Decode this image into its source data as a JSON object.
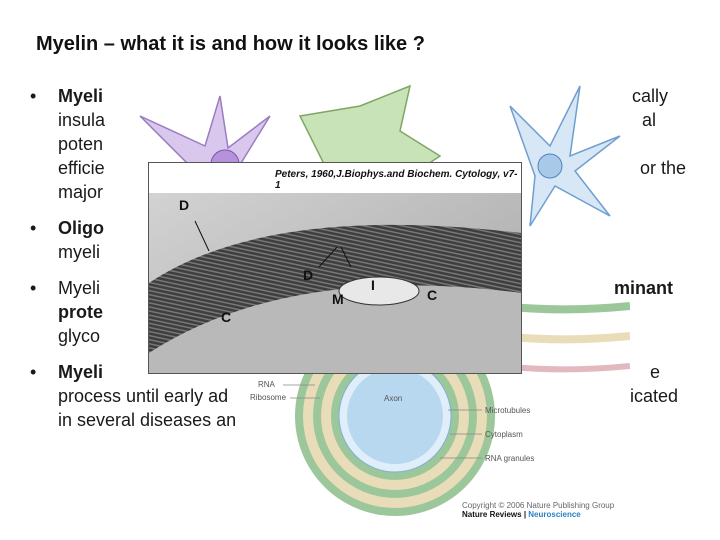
{
  "slide": {
    "title": "Myelin – what it is and how it looks like ?"
  },
  "bullets": [
    {
      "lines": [
        {
          "start": "Myeli",
          "end": "cally"
        },
        {
          "start": "insula",
          "end": "al"
        },
        {
          "start": "poten",
          "end": ""
        },
        {
          "start": "efficie",
          "end": "or the"
        },
        {
          "start": "major",
          "end": ""
        }
      ]
    },
    {
      "lines": [
        {
          "start": "Oligo",
          "end": ""
        },
        {
          "start": "myeli",
          "end": ""
        }
      ]
    },
    {
      "lines": [
        {
          "start": "Myeli",
          "end": "minant"
        },
        {
          "start": "prote",
          "end": ""
        },
        {
          "start": "glyco",
          "end": ""
        }
      ]
    },
    {
      "lines": [
        {
          "start": "Myeli",
          "end": "e"
        },
        {
          "start": "process until early ad",
          "end": "icated"
        },
        {
          "start": "in several diseases an",
          "end": ""
        }
      ]
    }
  ],
  "micrograph": {
    "citation": "Peters, 1960,J.Biophys.and Biochem. Cytology, v7-1",
    "labels": [
      "D",
      "D",
      "M",
      "I",
      "C",
      "C"
    ]
  },
  "illustration": {
    "labels": [
      "RNA",
      "Ribosome",
      "Axon",
      "Microtubules",
      "Cytoplasm",
      "RNA granules"
    ]
  },
  "credit": {
    "copyright": "Copyright © 2006 Nature Publishing Group",
    "journal": "Nature Reviews",
    "section": "Neuroscience"
  },
  "colors": {
    "cell_green": "#c9e3b8",
    "oligo_purple": "#c7a9e2",
    "neuron_blue": "#a9c9e8",
    "axon_blue": "#b8d8f0",
    "myelin_tan": "#e9dcb9",
    "myelin_green": "#9cc79a"
  }
}
